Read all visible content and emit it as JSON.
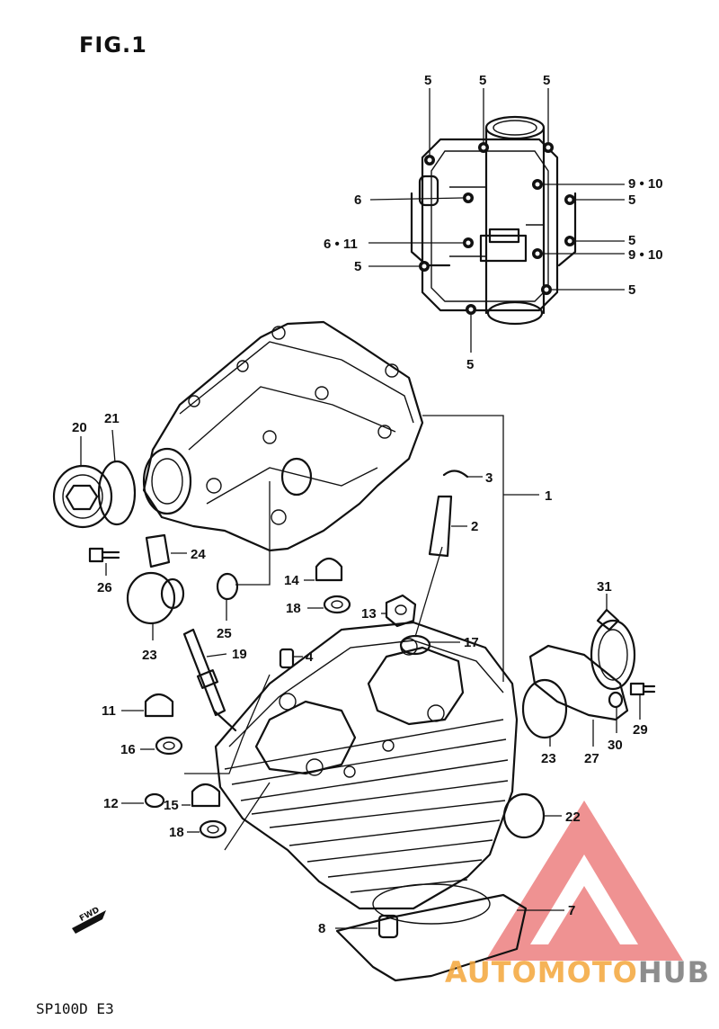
{
  "figure": {
    "title": "FIG.1",
    "model_code": "SP100D E3",
    "forward_marker": "FWD"
  },
  "callouts": {
    "c1": "1",
    "c2": "2",
    "c3": "3",
    "c4": "4",
    "c7": "7",
    "c8": "8",
    "c11": "11",
    "c12": "12",
    "c13": "13",
    "c14": "14",
    "c15": "15",
    "c16": "16",
    "c17": "17",
    "c18a": "18",
    "c18b": "18",
    "c19": "19",
    "c20": "20",
    "c21": "21",
    "c22": "22",
    "c23a": "23",
    "c23b": "23",
    "c24": "24",
    "c25": "25",
    "c26": "26",
    "c27": "27",
    "c29": "29",
    "c30": "30",
    "c31": "31"
  },
  "cover_callouts": {
    "top_left": "5",
    "top_mid": "5",
    "top_right": "5",
    "left_6": "6",
    "left_6_11": "6 • 11",
    "left_5": "5",
    "right_9_10_a": "9 • 10",
    "right_5_a": "5",
    "right_5_b": "5",
    "right_9_10_b": "9 • 10",
    "right_5_c": "5",
    "bottom_5": "5"
  },
  "watermark": {
    "part_a": "AUTOMOTO",
    "part_b": "HUB"
  }
}
